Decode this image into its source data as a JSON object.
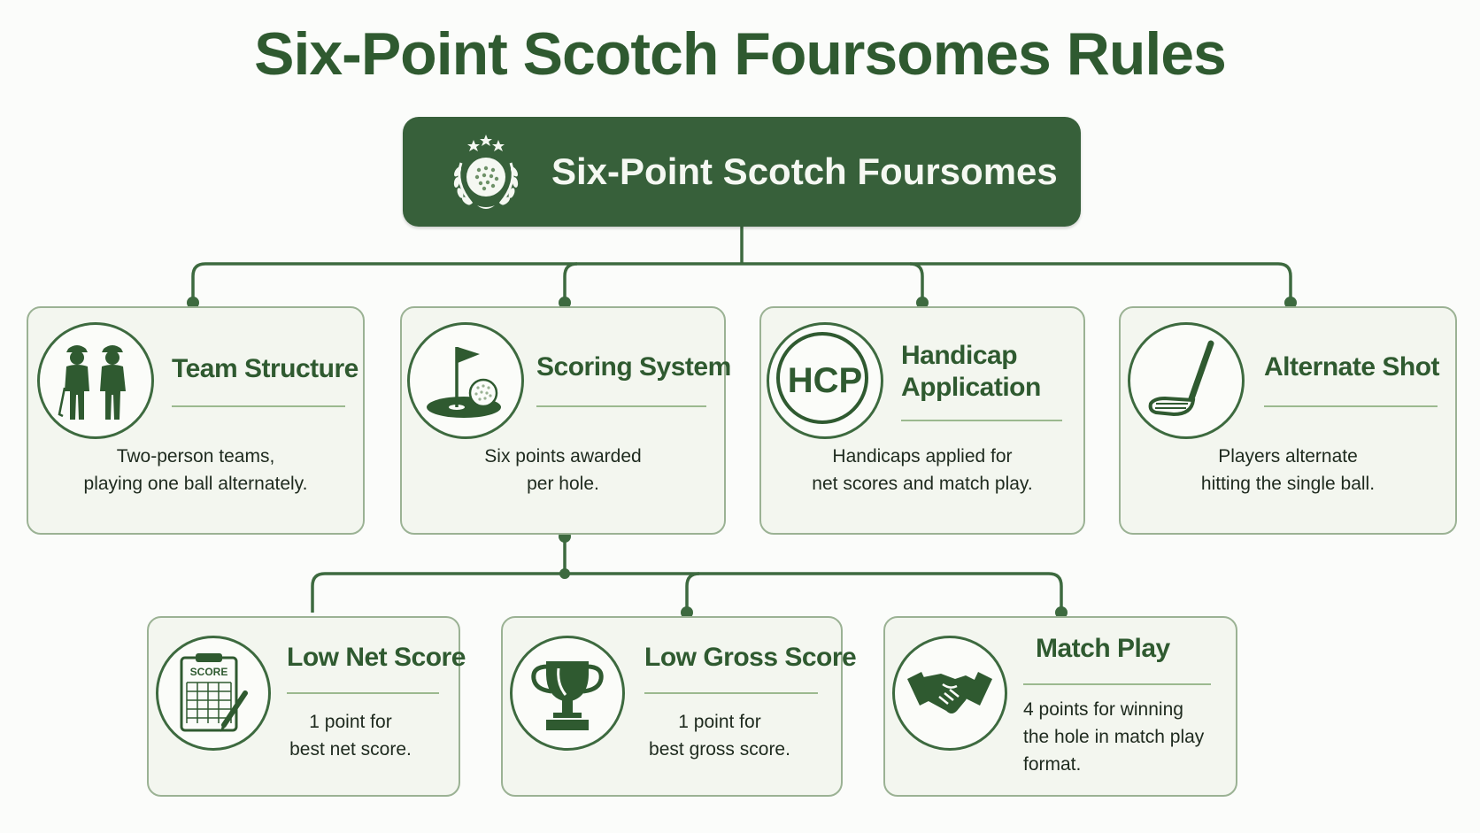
{
  "title": "Six-Point Scotch Foursomes Rules",
  "root": {
    "label": "Six-Point Scotch Foursomes",
    "icon": "golf-ball-laurel-icon"
  },
  "top_cards": [
    {
      "title": "Team Structure",
      "desc_line1": "Two-person teams,",
      "desc_line2": "playing one ball alternately.",
      "icon": "two-golfers-icon"
    },
    {
      "title": "Scoring System",
      "desc_line1": "Six points awarded",
      "desc_line2": "per hole.",
      "icon": "flag-and-ball-icon"
    },
    {
      "title_line1": "Handicap",
      "title_line2": "Application",
      "desc_line1": "Handicaps applied for",
      "desc_line2": "net scores and match play.",
      "icon": "hcp-icon",
      "icon_text": "HCP"
    },
    {
      "title": "Alternate Shot",
      "desc_line1": "Players alternate",
      "desc_line2": "hitting the single ball.",
      "icon": "golf-club-icon"
    }
  ],
  "bottom_cards": [
    {
      "title": "Low Net Score",
      "desc_line1": "1 point for",
      "desc_line2": "best net score.",
      "icon": "scorecard-icon",
      "icon_text": "SCORE"
    },
    {
      "title": "Low Gross Score",
      "desc_line1": "1 point for",
      "desc_line2": "best gross score.",
      "icon": "trophy-icon"
    },
    {
      "title": "Match Play",
      "desc_line1": "4 points for winning",
      "desc_line2": "the hole in match play",
      "desc_line3": "format.",
      "icon": "handshake-icon"
    }
  ],
  "colors": {
    "primary": "#37603a",
    "title_green": "#2f5a30",
    "card_fill": "#f3f6ef",
    "card_border": "#9bb294",
    "connector": "#3d6a3f"
  }
}
